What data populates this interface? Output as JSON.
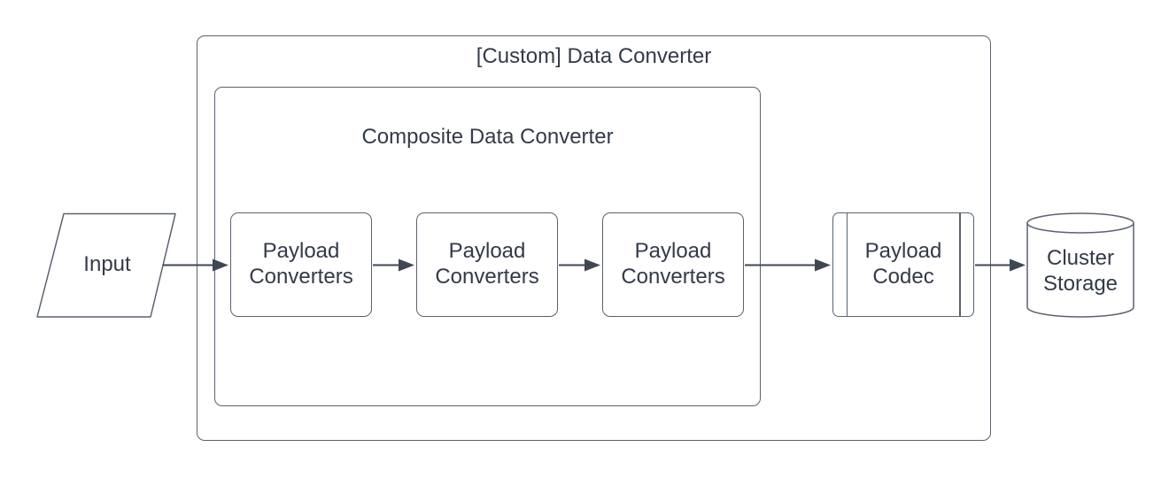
{
  "colors": {
    "shape_stroke": "#5a6270",
    "arrow": "#3f4654",
    "text": "#333a49",
    "background": "#ffffff"
  },
  "diagram": {
    "input": {
      "label": "Input"
    },
    "custom_converter": {
      "title": "[Custom] Data Converter"
    },
    "composite_converter": {
      "title": "Composite Data Converter",
      "converters": [
        {
          "label": "Payload Converters"
        },
        {
          "label": "Payload Converters"
        },
        {
          "label": "Payload Converters"
        }
      ]
    },
    "payload_codec": {
      "label": "Payload Codec"
    },
    "cluster_storage": {
      "label": "Cluster Storage"
    }
  }
}
